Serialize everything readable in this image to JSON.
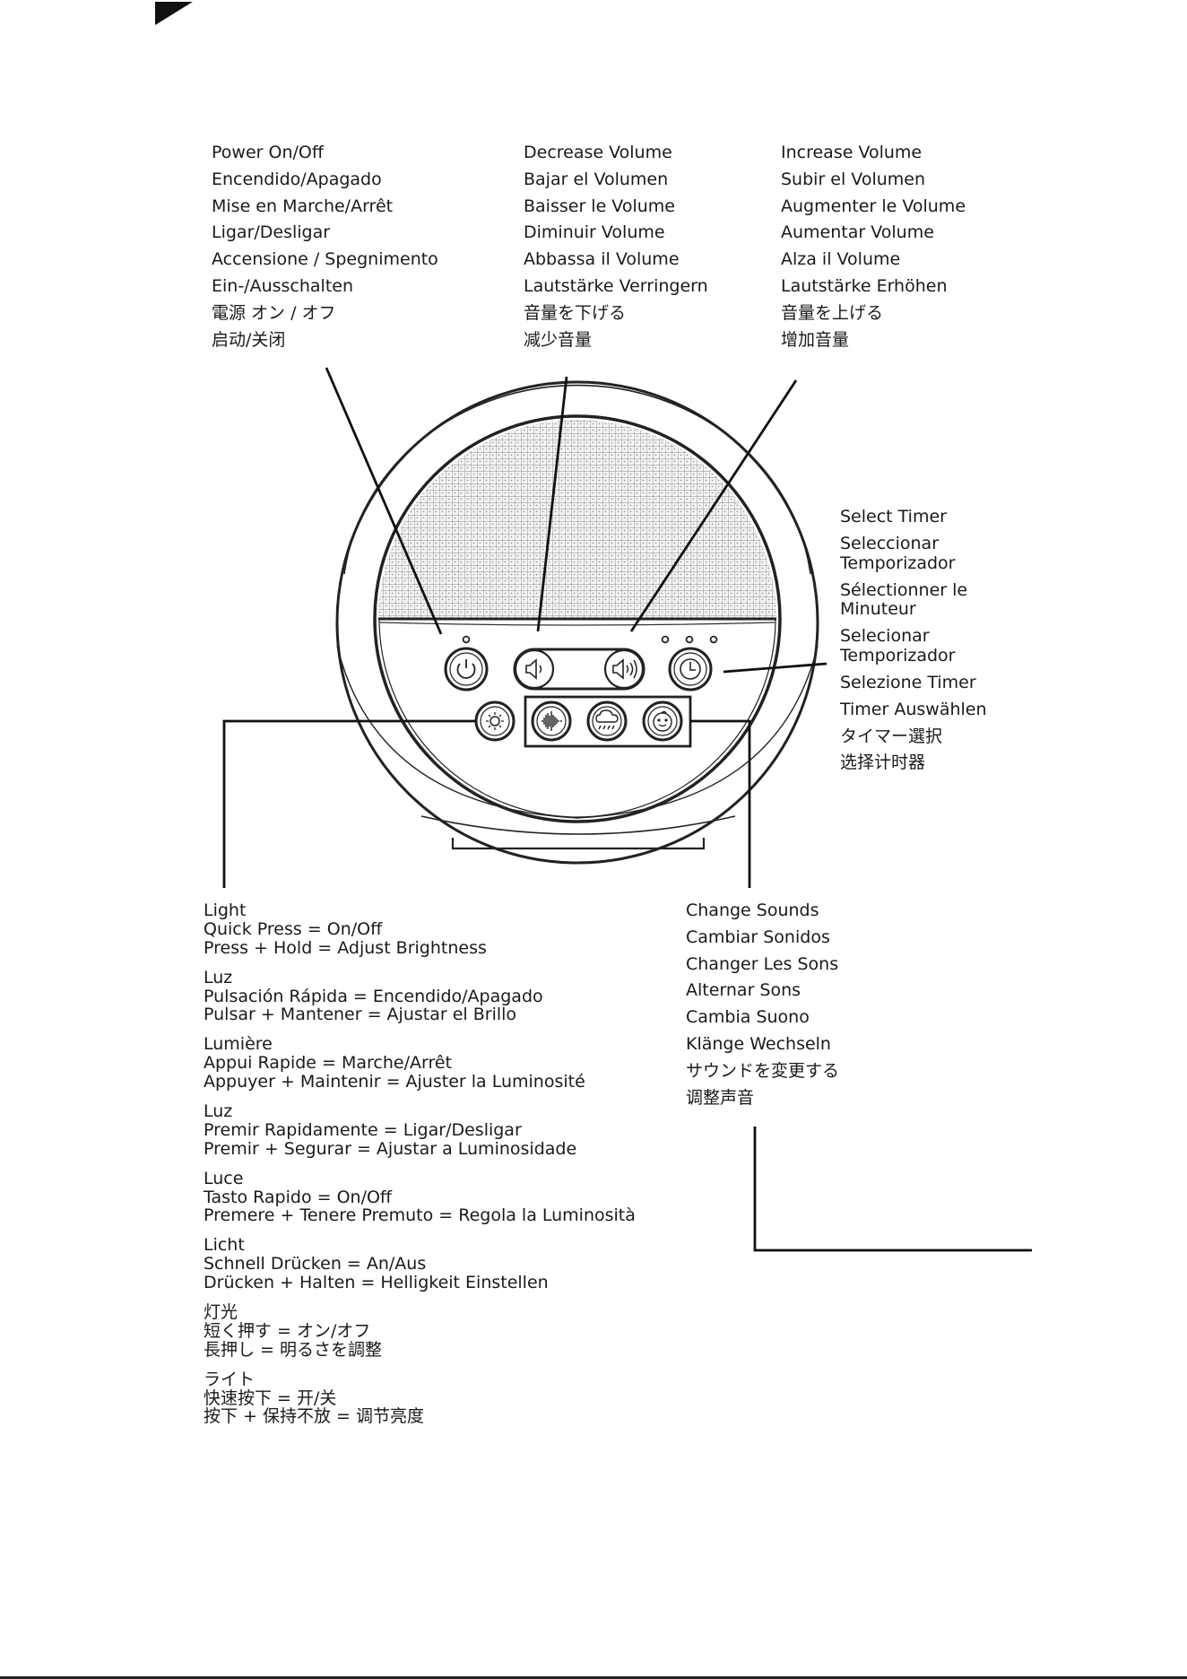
{
  "power": {
    "labels": [
      "Power On/Off",
      "Encendido/Apagado",
      "Mise en Marche/Arrêt",
      "Ligar/Desligar",
      "Accensione / Spegnimento",
      "Ein-/Ausschalten",
      "電源 オン / オフ",
      "启动/关闭"
    ]
  },
  "volume_down": {
    "labels": [
      "Decrease Volume",
      "Bajar el Volumen",
      "Baisser le Volume",
      "Diminuir Volume",
      "Abbassa il Volume",
      "Lautstärke Verringern",
      "音量を下げる",
      "减少音量"
    ]
  },
  "volume_up": {
    "labels": [
      "Increase Volume",
      "Subir el Volumen",
      "Augmenter le Volume",
      "Aumentar Volume",
      "Alza il Volume",
      "Lautstärke Erhöhen",
      "音量を上げる",
      "增加音量"
    ]
  },
  "timer": {
    "labels": [
      "Select Timer",
      "Seleccionar",
      "Temporizador",
      "Sélectionner le",
      "Minuteur",
      "Selecionar",
      "Temporizador",
      "Selezione Timer",
      "Timer Auswählen",
      "タイマー選択",
      "选择计时器"
    ]
  },
  "sounds": {
    "labels": [
      "Change Sounds",
      "Cambiar Sonidos",
      "Changer Les Sons",
      "Alternar Sons",
      "Cambia Suono",
      "Klänge Wechseln",
      "サウンドを変更する",
      "调整声音"
    ]
  },
  "light": {
    "groups": [
      [
        "Light",
        "Quick Press = On/Off",
        "Press + Hold = Adjust Brightness"
      ],
      [
        "Luz",
        "Pulsación Rápida = Encendido/Apagado",
        "Pulsar + Mantener = Ajustar el Brillo"
      ],
      [
        "Lumière",
        "Appui Rapide = Marche/Arrêt",
        "Appuyer + Maintenir = Ajuster la Luminosité"
      ],
      [
        "Luz",
        "Premir Rapidamente = Ligar/Desligar",
        "Premir + Segurar = Ajustar a Luminosidade"
      ],
      [
        "Luce",
        "Tasto Rapido = On/Off",
        "Premere + Tenere Premuto = Regola la Luminosità"
      ],
      [
        "Licht",
        "Schnell Drücken = An/Aus",
        "Drücken + Halten = Helligkeit Einstellen"
      ],
      [
        "灯光",
        "短く押す = オン/オフ",
        "長押し = 明るさを調整"
      ],
      [
        "ライト",
        "快速按下 = 开/关",
        "按下 + 保持不放 = 调节亮度"
      ]
    ]
  },
  "icons": {
    "power": "power-icon",
    "volume_down": "speaker-down-icon",
    "volume_up": "speaker-up-icon",
    "timer": "clock-icon",
    "light": "sun-icon",
    "white_noise": "sound-wave-icon",
    "rain": "rain-cloud-icon",
    "baby": "baby-face-icon"
  }
}
